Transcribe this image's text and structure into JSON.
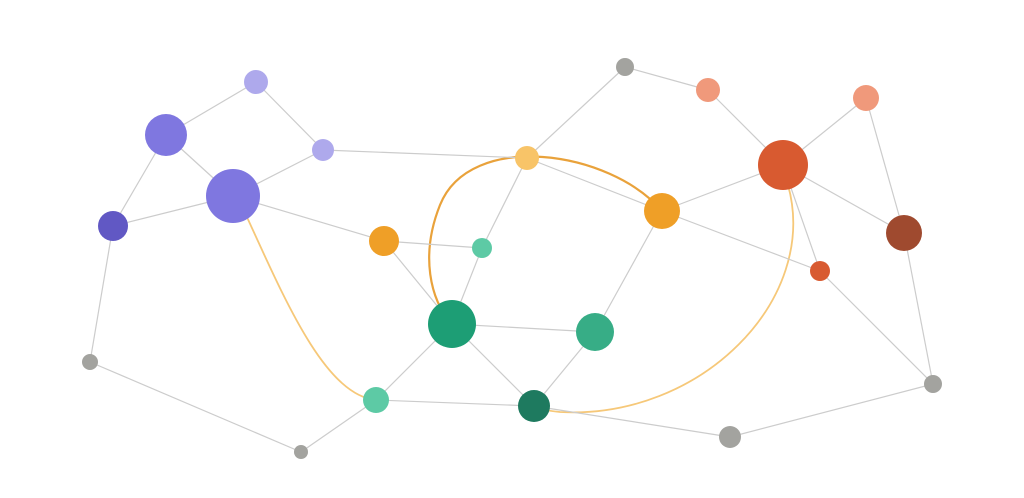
{
  "diagram": {
    "type": "network-graph",
    "colors": {
      "edge": "#cccccc",
      "purple_dark": "#6158c4",
      "purple": "#7f77e0",
      "purple_light": "#aea9ec",
      "gray": "#a3a39f",
      "orange": "#ef9f27",
      "orange_light": "#f8c468",
      "orange_curve": "#e9a23b",
      "orange_curve_light": "#f6c879",
      "coral": "#d85a30",
      "coral_light": "#f0997b",
      "brown": "#9f4a2f",
      "teal_dark": "#1e7a5f",
      "teal": "#1d9e75",
      "teal_mid": "#37ad86",
      "teal_light": "#5dcaa5"
    },
    "nodes": [
      {
        "id": "p-top",
        "group": "purple",
        "color": "purple_light"
      },
      {
        "id": "p-big-left",
        "group": "purple",
        "color": "purple"
      },
      {
        "id": "p-hub",
        "group": "purple",
        "color": "purple"
      },
      {
        "id": "p-dark",
        "group": "purple",
        "color": "purple_dark"
      },
      {
        "id": "p-small",
        "group": "purple",
        "color": "purple_light"
      },
      {
        "id": "g-left",
        "group": "gray",
        "color": "gray"
      },
      {
        "id": "g-bottom-left",
        "group": "gray",
        "color": "gray"
      },
      {
        "id": "g-top",
        "group": "gray",
        "color": "gray"
      },
      {
        "id": "g-bottom-right",
        "group": "gray",
        "color": "gray"
      },
      {
        "id": "g-right",
        "group": "gray",
        "color": "gray"
      },
      {
        "id": "o-left",
        "group": "orange",
        "color": "orange"
      },
      {
        "id": "o-light",
        "group": "orange",
        "color": "orange_light"
      },
      {
        "id": "o-right",
        "group": "orange",
        "color": "orange"
      },
      {
        "id": "t-small",
        "group": "teal",
        "color": "teal_light"
      },
      {
        "id": "t-hub",
        "group": "teal",
        "color": "teal"
      },
      {
        "id": "t-mid",
        "group": "teal",
        "color": "teal_mid"
      },
      {
        "id": "t-light-bottom",
        "group": "teal",
        "color": "teal_light"
      },
      {
        "id": "t-dark",
        "group": "teal",
        "color": "teal_dark"
      },
      {
        "id": "c-light-top",
        "group": "coral",
        "color": "coral_light"
      },
      {
        "id": "c-hub",
        "group": "coral",
        "color": "coral"
      },
      {
        "id": "c-light-right",
        "group": "coral",
        "color": "coral_light"
      },
      {
        "id": "c-brown",
        "group": "coral",
        "color": "brown"
      },
      {
        "id": "c-small",
        "group": "coral",
        "color": "coral"
      }
    ],
    "edges": [
      [
        "p-top",
        "p-big-left"
      ],
      [
        "p-top",
        "p-small"
      ],
      [
        "p-big-left",
        "p-hub"
      ],
      [
        "p-big-left",
        "p-dark"
      ],
      [
        "p-dark",
        "p-hub"
      ],
      [
        "p-hub",
        "p-small"
      ],
      [
        "p-dark",
        "g-left"
      ],
      [
        "g-left",
        "g-bottom-left"
      ],
      [
        "g-bottom-left",
        "t-light-bottom"
      ],
      [
        "p-small",
        "o-light"
      ],
      [
        "p-hub",
        "o-left"
      ],
      [
        "o-left",
        "t-small"
      ],
      [
        "o-left",
        "t-hub"
      ],
      [
        "t-small",
        "o-light"
      ],
      [
        "t-small",
        "t-hub"
      ],
      [
        "o-light",
        "g-top"
      ],
      [
        "o-light",
        "o-right"
      ],
      [
        "g-top",
        "c-light-top"
      ],
      [
        "c-light-top",
        "c-hub"
      ],
      [
        "o-right",
        "c-hub"
      ],
      [
        "o-right",
        "t-mid"
      ],
      [
        "o-right",
        "c-small"
      ],
      [
        "c-hub",
        "c-light-right"
      ],
      [
        "c-hub",
        "c-brown"
      ],
      [
        "c-hub",
        "c-small"
      ],
      [
        "c-light-right",
        "c-brown"
      ],
      [
        "c-brown",
        "g-right"
      ],
      [
        "c-small",
        "g-right"
      ],
      [
        "g-right",
        "g-bottom-right"
      ],
      [
        "g-bottom-right",
        "t-dark"
      ],
      [
        "t-hub",
        "t-mid"
      ],
      [
        "t-hub",
        "t-light-bottom"
      ],
      [
        "t-hub",
        "t-dark"
      ],
      [
        "t-mid",
        "t-dark"
      ],
      [
        "t-light-bottom",
        "t-dark"
      ]
    ],
    "curves": [
      {
        "id": "curve-hub-to-teal",
        "color": "orange_curve_light"
      },
      {
        "id": "curve-orange-loop",
        "color": "orange_curve"
      },
      {
        "id": "curve-coral-to-teal",
        "color": "orange_curve_light"
      }
    ]
  }
}
